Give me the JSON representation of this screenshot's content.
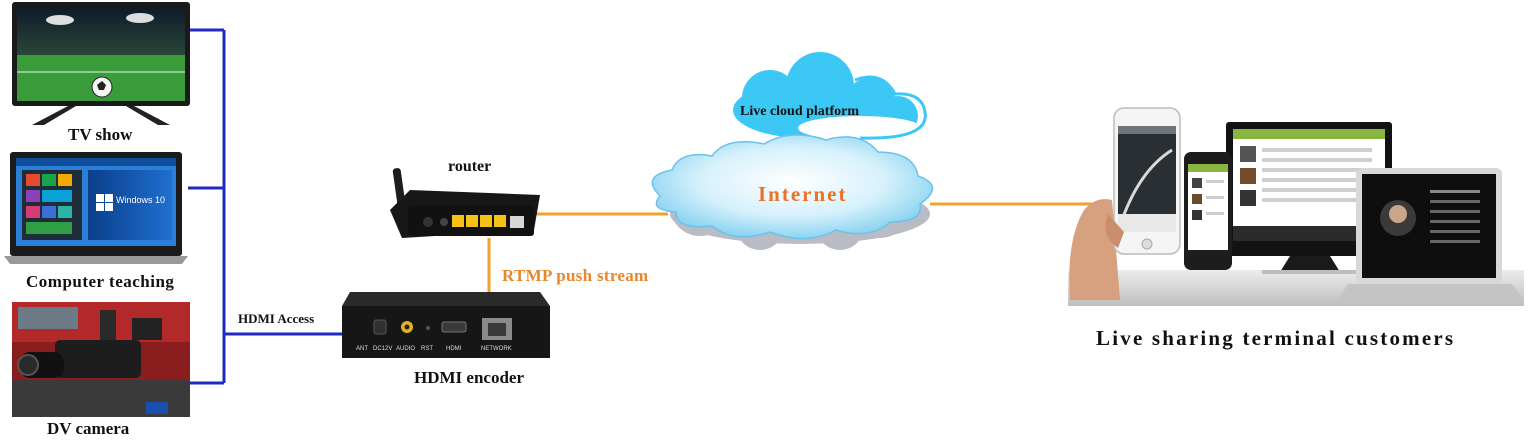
{
  "sources": {
    "tv_label": "TV show",
    "computer_label": "Computer teaching",
    "camera_label": "DV camera",
    "windows_label": "Windows 10"
  },
  "links": {
    "hdmi_access": "HDMI Access",
    "rtmp_push": "RTMP push stream"
  },
  "devices": {
    "router_label": "router",
    "encoder_label": "HDMI encoder",
    "encoder_ports": [
      "ANT",
      "DC12V",
      "AUDIO",
      "RST",
      "HDMI",
      "NETWORK"
    ]
  },
  "network": {
    "cloud_platform": "Live cloud platform",
    "internet": "Internet"
  },
  "terminals": {
    "label": "Live sharing terminal customers"
  },
  "colors": {
    "blue_link": "#1f2ac4",
    "orange_link": "#f0a22e",
    "internet_text": "#e8732a",
    "rtmp_text": "#e8872a",
    "cloud_blue": "#3cc8f5",
    "cloud_grey": "#b9bcc4"
  }
}
